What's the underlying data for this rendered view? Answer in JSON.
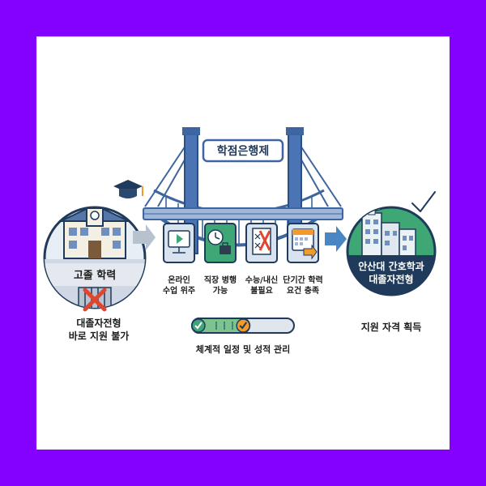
{
  "bridge": {
    "sign": "학점은행제"
  },
  "left_school": {
    "label": "고졸 학력",
    "caption": "대졸자전형\n바로 지원 불가"
  },
  "steps": [
    {
      "icon": "video-lesson-icon",
      "label": "온라인\n수업 위주"
    },
    {
      "icon": "clock-briefcase-icon",
      "label": "직장 병행\n가능"
    },
    {
      "icon": "exam-paper-icon",
      "label": "수능/내신\n불필요"
    },
    {
      "icon": "calendar-document-icon",
      "label": "단기간 학력\n요건 충족"
    }
  ],
  "progress": {
    "label": "체계적 일정 및 성적 관리",
    "fraction": 0.42
  },
  "right_university": {
    "label": "안산대 간호학과\n대졸자전형",
    "caption": "지원 자격 획득"
  },
  "colors": {
    "frame": "#8400ff",
    "bridge": "#4a74b4",
    "green": "#3fa776",
    "navy": "#1f3a5a",
    "red": "#e0452f",
    "orange": "#f39a2b"
  }
}
